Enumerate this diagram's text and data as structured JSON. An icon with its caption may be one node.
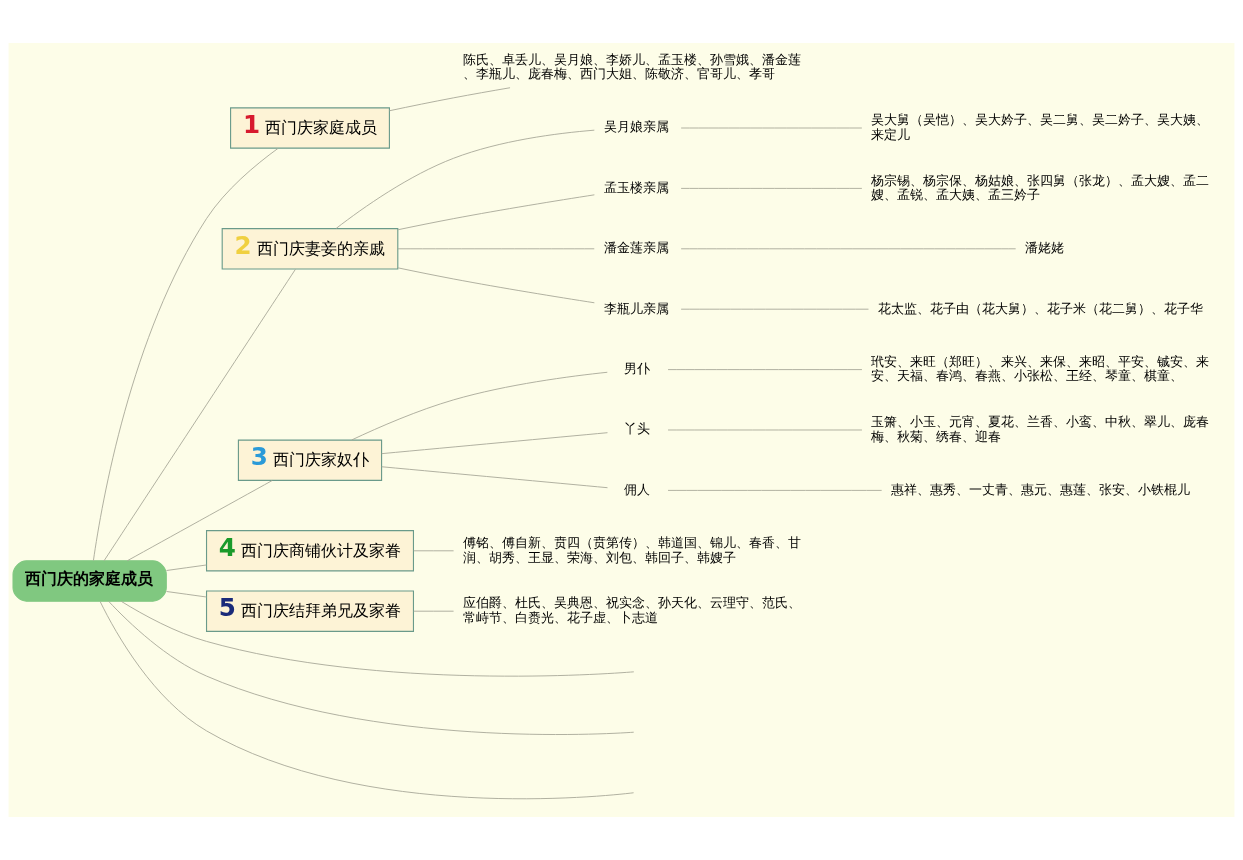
{
  "diagram": {
    "nodes": [
      {
        "text": [
          "西门庆的家庭成员"
        ]
      },
      {
        "text": [
          "1",
          "西门庆家庭成员"
        ]
      },
      {
        "text": [
          "陈氏、卓丢儿、吴月娘、李娇儿、孟玉楼、孙雪娥、潘金莲、李瓶儿、庞春梅、西门大姐、陈敬济、官哥儿、孝哥"
        ]
      },
      {
        "text": [
          "2",
          "西门庆妻妾的亲戚"
        ]
      },
      {
        "text": [
          "吴月娘亲属"
        ]
      },
      {
        "text": [
          "吴大舅（吴恺）、吴大妗子、吴二舅、吴二妗子、吴大姨、来定儿"
        ]
      },
      {
        "text": [
          "孟玉楼亲属"
        ]
      },
      {
        "text": [
          "杨宗锡、杨宗保、杨姑娘、张四舅（张龙）、孟大嫂、孟二嫂、孟锐、孟大姨、孟三妗子"
        ]
      },
      {
        "text": [
          "潘金莲亲属"
        ]
      },
      {
        "text": [
          "潘姥姥"
        ]
      },
      {
        "text": [
          "李瓶儿亲属"
        ]
      },
      {
        "text": [
          "花太监、花子由（花大舅）、花子米（花二舅）、花子华"
        ]
      },
      {
        "text": [
          "3",
          "西门庆家奴仆"
        ]
      },
      {
        "text": [
          "男仆"
        ]
      },
      {
        "text": [
          "玳安、来旺（郑旺）、来兴、来保、来昭、平安、铖安、来安、天福、春鸿、春燕、小张松、王经、琴童、棋童、"
        ]
      },
      {
        "text": [
          "丫头"
        ]
      },
      {
        "text": [
          "玉箫、小玉、元宵、夏花、兰香、小鸾、中秋、翠儿、庞春梅、秋菊、绣春、迎春"
        ]
      },
      {
        "text": [
          "佣人"
        ]
      },
      {
        "text": [
          "惠祥、惠秀、一丈青、惠元、惠莲、张安、小铁棍儿"
        ]
      },
      {
        "text": [
          "4",
          "西门庆商铺伙计及家眷"
        ]
      },
      {
        "text": [
          "傅铭、傅自新、贲四（贲第传）、韩道国、锦儿、春香、甘润、胡秀、王显、荣海、刘包、韩回子、韩嫂子"
        ]
      },
      {
        "text": [
          "5",
          "西门庆结拜弟兄及家眷"
        ]
      },
      {
        "text": [
          "应伯爵、杜氏、吴典恩、祝实念、孙天化、云理守、范氏、常峙节、白赉光、花子虚、卜志道"
        ]
      }
    ],
    "edges": [
      {
        "from": 0,
        "to": 1,
        "arrow": "none"
      },
      {
        "from": 0,
        "to": 3,
        "arrow": "none"
      },
      {
        "from": 0,
        "to": 12,
        "arrow": "none"
      },
      {
        "from": 0,
        "to": 19,
        "arrow": "none"
      },
      {
        "from": 0,
        "to": 21,
        "arrow": "none"
      },
      {
        "from": 0,
        "to": null,
        "arrow": "none"
      },
      {
        "from": 0,
        "to": null,
        "arrow": "none"
      },
      {
        "from": 0,
        "to": null,
        "arrow": "none"
      },
      {
        "from": 1,
        "to": 2,
        "arrow": "none"
      },
      {
        "from": 3,
        "to": 4,
        "arrow": "none"
      },
      {
        "from": 3,
        "to": 6,
        "arrow": "none"
      },
      {
        "from": 3,
        "to": 8,
        "arrow": "none"
      },
      {
        "from": 3,
        "to": 10,
        "arrow": "none"
      },
      {
        "from": 4,
        "to": 5,
        "arrow": "none"
      },
      {
        "from": 6,
        "to": 7,
        "arrow": "none"
      },
      {
        "from": 8,
        "to": 9,
        "arrow": "none"
      },
      {
        "from": 10,
        "to": 11,
        "arrow": "none"
      },
      {
        "from": 12,
        "to": 13,
        "arrow": "none"
      },
      {
        "from": 12,
        "to": 15,
        "arrow": "none"
      },
      {
        "from": 12,
        "to": 17,
        "arrow": "none"
      },
      {
        "from": 13,
        "to": 14,
        "arrow": "none"
      },
      {
        "from": 15,
        "to": 16,
        "arrow": "none"
      },
      {
        "from": 17,
        "to": 18,
        "arrow": "none"
      },
      {
        "from": 19,
        "to": 20,
        "arrow": "none"
      },
      {
        "from": 21,
        "to": 22,
        "arrow": "none"
      }
    ]
  }
}
